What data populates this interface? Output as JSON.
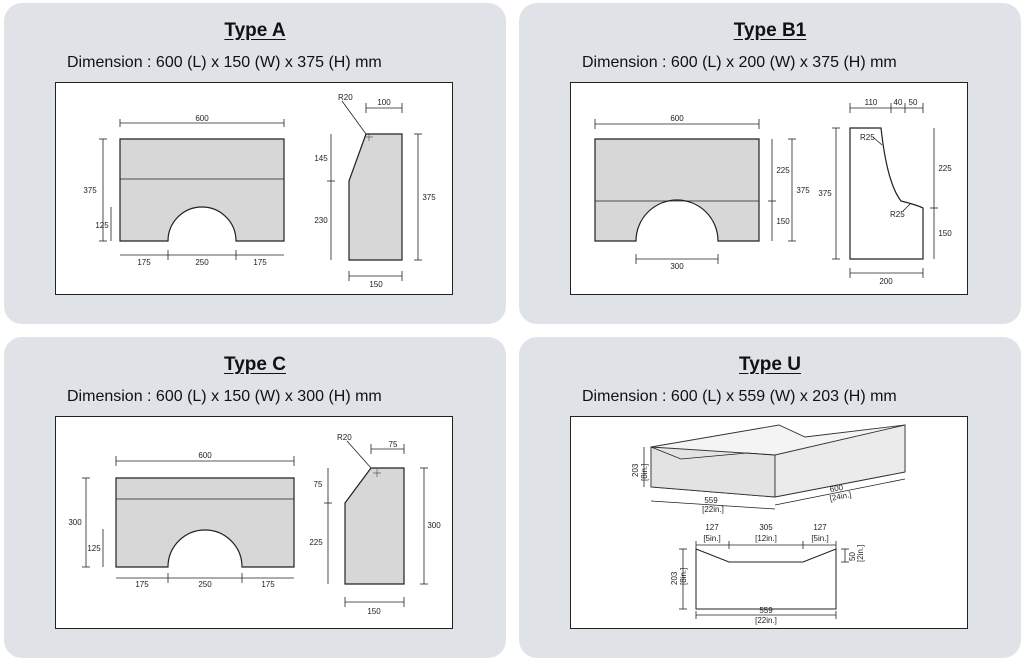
{
  "cards": {
    "a": {
      "title": "Type A",
      "dimension": "Dimension  : 600 (L) x 150 (W) x 375 (H) mm",
      "labels": {
        "length": "600",
        "height": "375",
        "arch_h": "125",
        "left": "175",
        "arch_w": "250",
        "right": "175",
        "radius": "R20",
        "top_w": "100",
        "upper_h": "145",
        "lower_h": "230",
        "side_h": "375",
        "base_w": "150"
      }
    },
    "b1": {
      "title": "Type B1",
      "dimension": "Dimension  : 600 (L) x 200 (W) x 375 (H) mm",
      "labels": {
        "length": "600",
        "upper_h": "225",
        "lower_h": "150",
        "total_h": "375",
        "arch_w": "300",
        "top1": "110",
        "top2": "40",
        "top3": "50",
        "r_top": "R25",
        "r_bot": "R25",
        "side_total": "375",
        "side_upper": "225",
        "side_lower": "150",
        "base_w": "200"
      }
    },
    "c": {
      "title": "Type C",
      "dimension": "Dimension  : 600 (L) x 150 (W) x 300 (H) mm",
      "labels": {
        "length": "600",
        "height": "300",
        "arch_h": "125",
        "left": "175",
        "arch_w": "250",
        "right": "175",
        "radius": "R20",
        "top_w": "75",
        "upper_h": "75",
        "lower_h": "225",
        "side_h": "300",
        "base_w": "150"
      }
    },
    "u": {
      "title": "Type U",
      "dimension": "Dimension  : 600 (L) x 559 (W) x 203 (H) mm",
      "labels": {
        "iso_h": "203",
        "iso_h_in": "[8in.]",
        "iso_w": "559",
        "iso_w_in": "[22in.]",
        "iso_l": "600",
        "iso_l_in": "[24in.]",
        "s1": "127",
        "s1_in": "[5in.]",
        "s2": "305",
        "s2_in": "[12in.]",
        "s3": "127",
        "s3_in": "[5in.]",
        "sec_h": "203",
        "sec_h_in": "[8in.]",
        "depth": "50",
        "depth_in": "[2in.]",
        "sec_w": "559",
        "sec_w_in": "[22in.]"
      }
    }
  }
}
